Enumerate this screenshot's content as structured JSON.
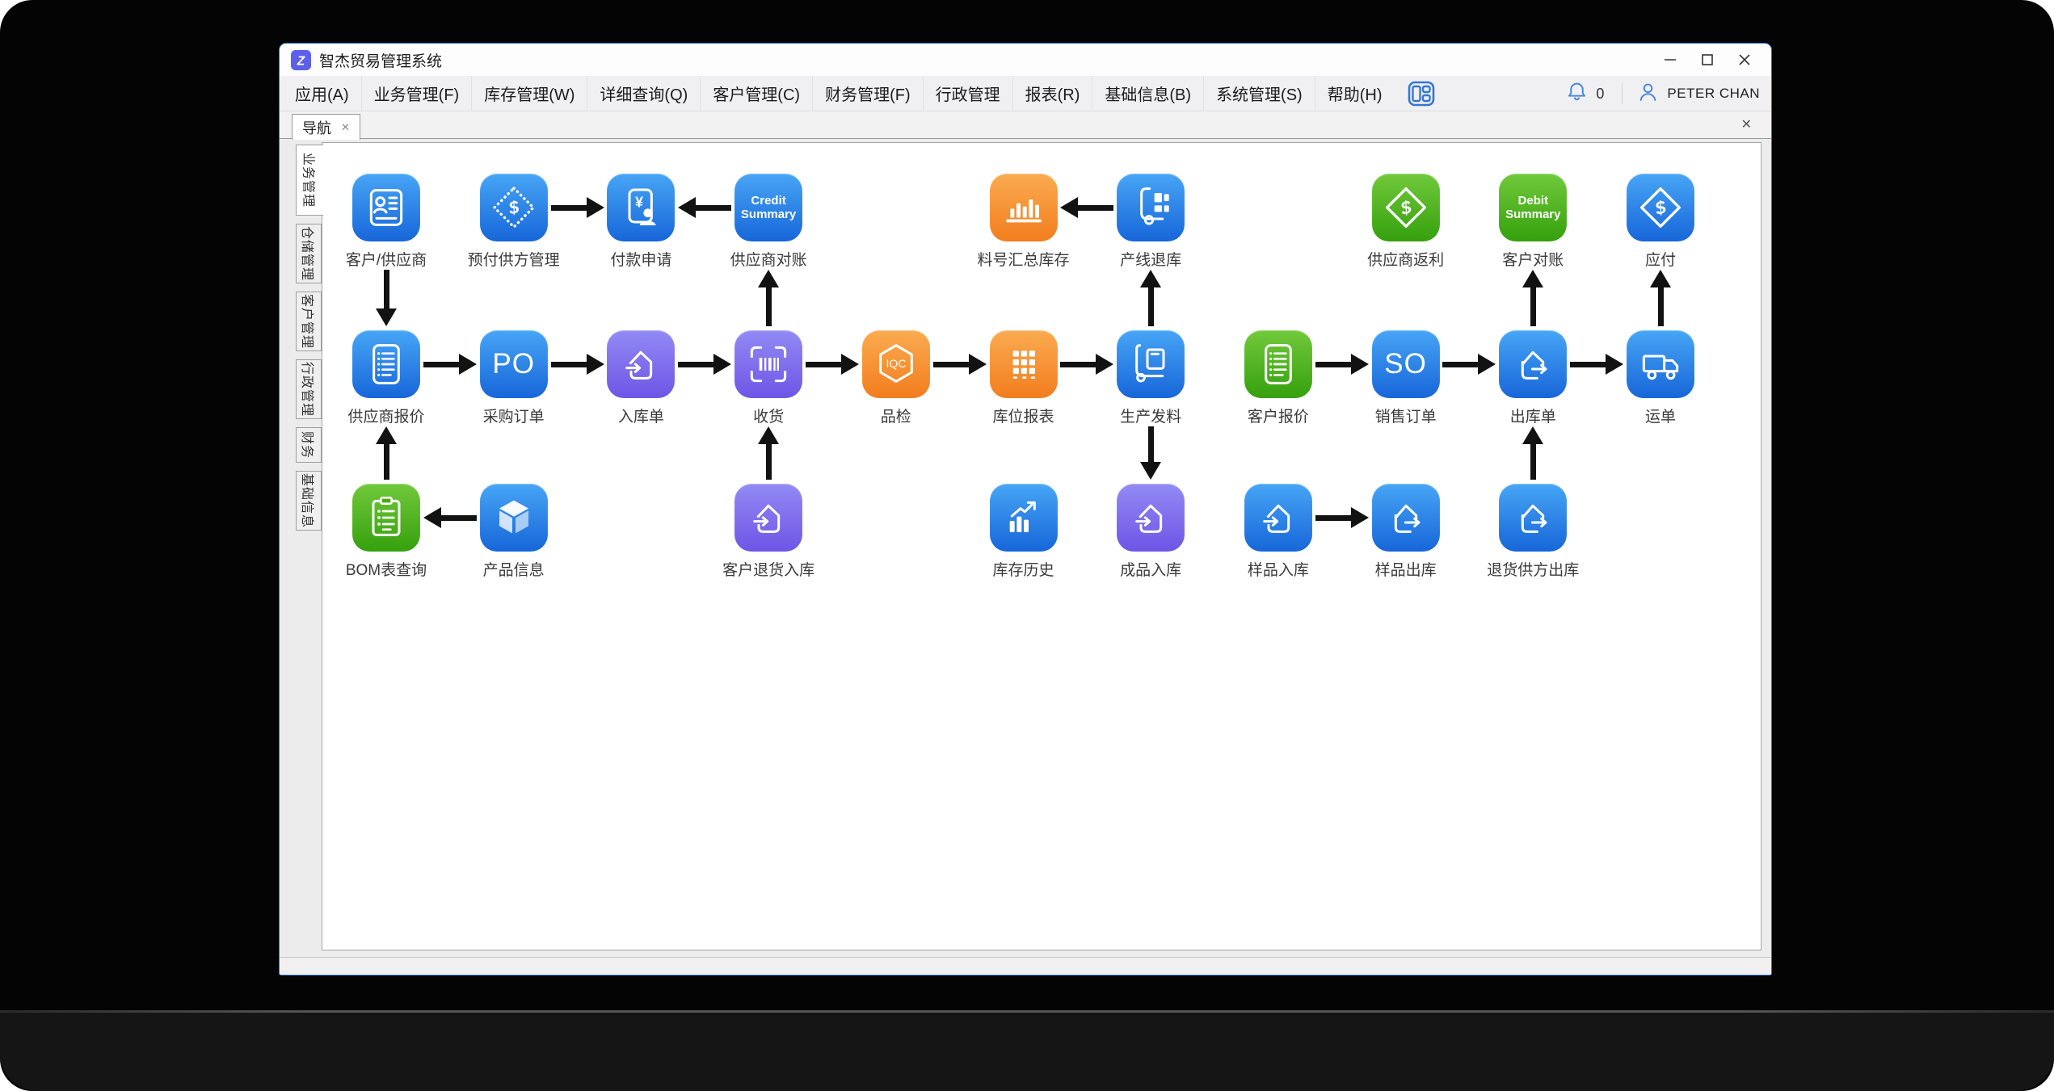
{
  "window": {
    "title": "智杰贸易管理系统",
    "logo_glyph": "Z",
    "control_icons": [
      "minimize-icon",
      "maximize-icon",
      "close-icon"
    ]
  },
  "menu_bar": {
    "items": [
      "应用(A)",
      "业务管理(F)",
      "库存管理(W)",
      "详细查询(Q)",
      "客户管理(C)",
      "财务管理(F)",
      "行政管理",
      "报表(R)",
      "基础信息(B)",
      "系统管理(S)",
      "帮助(H)"
    ],
    "layout_icon": "layout-panels-icon",
    "notification_icon": "bell-icon",
    "notification_count": "0",
    "user_icon": "user-icon",
    "user_name": "PETER CHAN"
  },
  "tab_bar": {
    "active_tab": "导航",
    "tab_close_glyph": "✕",
    "strip_close_glyph": "✕"
  },
  "side_tabs": {
    "active_index": 0,
    "items": [
      "业务管理",
      "仓储管理",
      "客户管理",
      "行政管理",
      "财务",
      "基础信息"
    ]
  },
  "flowchart": {
    "colors": {
      "blue": [
        "#47A5F5",
        "#1766D9"
      ],
      "green": [
        "#71C93B",
        "#35A00D"
      ],
      "orange": [
        "#FAAB50",
        "#F37D1E"
      ],
      "purple": [
        "#928AF4",
        "#6E55E6"
      ],
      "arrow": "#121212"
    },
    "nodes": [
      {
        "id": "customer-supplier",
        "label": "客户/供应商",
        "icon": "contact-card",
        "color": "blue",
        "col": 1,
        "row": 1
      },
      {
        "id": "prepaid-supplier-mgmt",
        "label": "预付供方管理",
        "icon": "diamond-dollar-dotted",
        "color": "blue",
        "col": 2,
        "row": 1
      },
      {
        "id": "payment-request",
        "label": "付款申请",
        "icon": "payment-doc",
        "color": "blue",
        "col": 3,
        "row": 1
      },
      {
        "id": "supplier-reconciliation",
        "label": "供应商对账",
        "icon": "text",
        "icon_text": "Credit Summary",
        "color": "blue",
        "col": 4,
        "row": 1
      },
      {
        "id": "partno-inventory-summary",
        "label": "料号汇总库存",
        "icon": "bar-chart",
        "color": "orange",
        "col": 6,
        "row": 1
      },
      {
        "id": "line-return",
        "label": "产线退库",
        "icon": "hand-truck-boxes",
        "color": "blue",
        "col": 7,
        "row": 1
      },
      {
        "id": "supplier-rebate",
        "label": "供应商返利",
        "icon": "diamond-dollar",
        "color": "green",
        "col": 9,
        "row": 1
      },
      {
        "id": "customer-reconciliation",
        "label": "客户对账",
        "icon": "text",
        "icon_text": "Debit Summary",
        "color": "green",
        "col": 10,
        "row": 1
      },
      {
        "id": "accounts-payable",
        "label": "应付",
        "icon": "diamond-dollar",
        "color": "blue",
        "col": 11,
        "row": 1
      },
      {
        "id": "supplier-quote",
        "label": "供应商报价",
        "icon": "list-doc",
        "color": "blue",
        "col": 1,
        "row": 2
      },
      {
        "id": "purchase-order",
        "label": "采购订单",
        "icon": "text-lg",
        "icon_text": "PO",
        "color": "blue",
        "col": 2,
        "row": 2
      },
      {
        "id": "inbound-order",
        "label": "入库单",
        "icon": "house-in",
        "color": "purple",
        "col": 3,
        "row": 2
      },
      {
        "id": "receiving",
        "label": "收货",
        "icon": "barcode-scan",
        "color": "purple",
        "col": 4,
        "row": 2
      },
      {
        "id": "quality-inspection",
        "label": "品检",
        "icon": "hexagon-iqc",
        "icon_text": "IQC",
        "color": "orange",
        "col": 5,
        "row": 2
      },
      {
        "id": "bin-report",
        "label": "库位报表",
        "icon": "grid-rack",
        "color": "orange",
        "col": 6,
        "row": 2
      },
      {
        "id": "production-issue",
        "label": "生产发料",
        "icon": "dolly-box",
        "color": "blue",
        "col": 7,
        "row": 2
      },
      {
        "id": "customer-quote",
        "label": "客户报价",
        "icon": "list-doc",
        "color": "green",
        "col": 8,
        "row": 2
      },
      {
        "id": "sales-order",
        "label": "销售订单",
        "icon": "text-lg",
        "icon_text": "SO",
        "color": "blue",
        "col": 9,
        "row": 2
      },
      {
        "id": "outbound-order",
        "label": "出库单",
        "icon": "house-out",
        "color": "blue",
        "col": 10,
        "row": 2
      },
      {
        "id": "shipping-order",
        "label": "运单",
        "icon": "truck",
        "color": "blue",
        "col": 11,
        "row": 2
      },
      {
        "id": "bom-query",
        "label": "BOM表查询",
        "icon": "clipboard-list",
        "color": "green",
        "col": 1,
        "row": 3
      },
      {
        "id": "product-info",
        "label": "产品信息",
        "icon": "cube",
        "color": "blue",
        "col": 2,
        "row": 3
      },
      {
        "id": "customer-return-inbound",
        "label": "客户退货入库",
        "icon": "house-in",
        "color": "purple",
        "col": 4,
        "row": 3
      },
      {
        "id": "inventory-history",
        "label": "库存历史",
        "icon": "chart-trend",
        "color": "blue",
        "col": 6,
        "row": 3
      },
      {
        "id": "finished-goods-inbound",
        "label": "成品入库",
        "icon": "house-in",
        "color": "purple",
        "col": 7,
        "row": 3
      },
      {
        "id": "sample-inbound",
        "label": "样品入库",
        "icon": "house-in",
        "color": "blue",
        "col": 8,
        "row": 3
      },
      {
        "id": "sample-outbound",
        "label": "样品出库",
        "icon": "house-out",
        "color": "blue",
        "col": 9,
        "row": 3
      },
      {
        "id": "return-supplier-outbound",
        "label": "退货供方出库",
        "icon": "house-out",
        "color": "blue",
        "col": 10,
        "row": 3
      }
    ],
    "arrows": {
      "horizontal": [
        {
          "row": 1,
          "from_col": 2,
          "to_col": 3
        },
        {
          "row": 1,
          "from_col": 4,
          "to_col": 3
        },
        {
          "row": 1,
          "from_col": 7,
          "to_col": 6
        },
        {
          "row": 2,
          "from_col": 1,
          "to_col": 2
        },
        {
          "row": 2,
          "from_col": 2,
          "to_col": 3
        },
        {
          "row": 2,
          "from_col": 3,
          "to_col": 4
        },
        {
          "row": 2,
          "from_col": 4,
          "to_col": 5
        },
        {
          "row": 2,
          "from_col": 5,
          "to_col": 6
        },
        {
          "row": 2,
          "from_col": 6,
          "to_col": 7
        },
        {
          "row": 2,
          "from_col": 8,
          "to_col": 9
        },
        {
          "row": 2,
          "from_col": 9,
          "to_col": 10
        },
        {
          "row": 2,
          "from_col": 10,
          "to_col": 11
        },
        {
          "row": 3,
          "from_col": 2,
          "to_col": 1
        },
        {
          "row": 3,
          "from_col": 8,
          "to_col": 9
        }
      ],
      "vertical": [
        {
          "col": 1,
          "from_row": 1,
          "to_row": 2
        },
        {
          "col": 4,
          "from_row": 2,
          "to_row": 1
        },
        {
          "col": 7,
          "from_row": 2,
          "to_row": 1
        },
        {
          "col": 10,
          "from_row": 2,
          "to_row": 1
        },
        {
          "col": 11,
          "from_row": 2,
          "to_row": 1
        },
        {
          "col": 1,
          "from_row": 3,
          "to_row": 2
        },
        {
          "col": 4,
          "from_row": 3,
          "to_row": 2
        },
        {
          "col": 7,
          "from_row": 2,
          "to_row": 3
        },
        {
          "col": 10,
          "from_row": 3,
          "to_row": 2
        }
      ]
    }
  }
}
